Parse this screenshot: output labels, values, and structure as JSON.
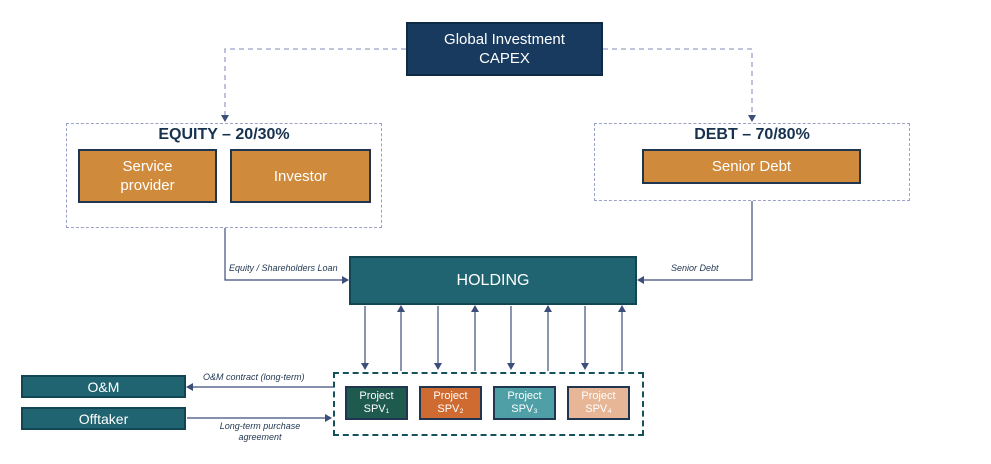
{
  "top_box": {
    "line1": "Global Investment",
    "line2": "CAPEX"
  },
  "equity": {
    "title": "EQUITY – 20/30%",
    "service_line1": "Service",
    "service_line2": "provider",
    "investor": "Investor"
  },
  "debt": {
    "title": "DEBT – 70/80%",
    "senior_debt": "Senior Debt"
  },
  "holding": {
    "label": "HOLDING"
  },
  "edge_labels": {
    "equity_loan": "Equity / Shareholders Loan",
    "senior_debt": "Senior Debt",
    "om_contract": "O&M contract (long-term)",
    "purchase_line1": "Long-term purchase",
    "purchase_line2": "agreement"
  },
  "left_boxes": {
    "om": "O&M",
    "offtaker": "Offtaker"
  },
  "spvs": [
    {
      "line1": "Project",
      "line2": "SPV₁",
      "color": "#1f5a4f"
    },
    {
      "line1": "Project",
      "line2": "SPV₂",
      "color": "#cf6a30"
    },
    {
      "line1": "Project",
      "line2": "SPV₃",
      "color": "#4e9fa6"
    },
    {
      "line1": "Project",
      "line2": "SPV₄",
      "color": "#e6b696"
    }
  ],
  "colors": {
    "navy": "#173a5e",
    "orange": "#d08a3c",
    "teal": "#1f6470",
    "dash": "#9aa0c8",
    "line": "#4a5a8a"
  }
}
